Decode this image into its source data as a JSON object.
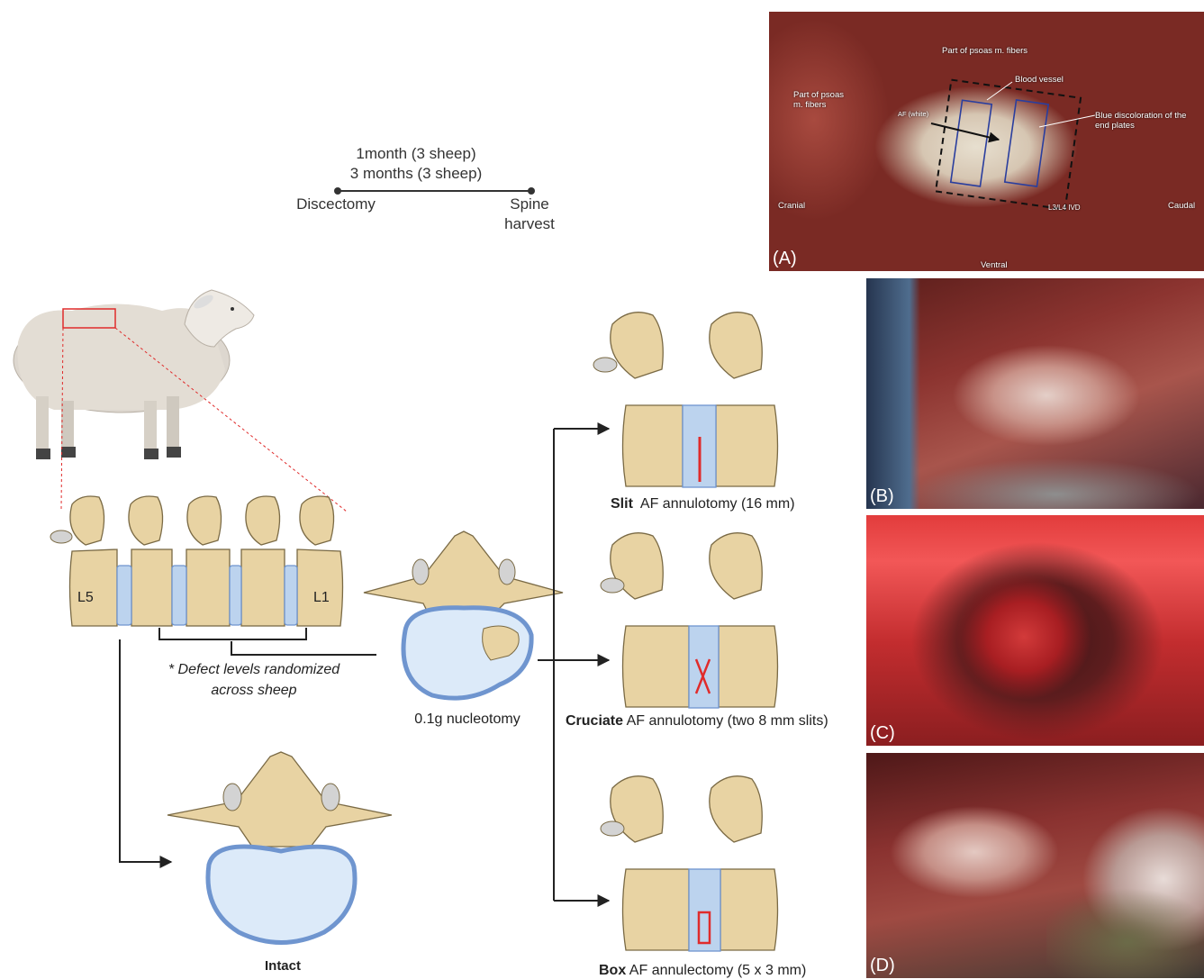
{
  "timeline": {
    "line1": "1month (3 sheep)",
    "line2": "3 months (3 sheep)",
    "start_label": "Discectomy",
    "end_label_1": "Spine",
    "end_label_2": "harvest"
  },
  "spine": {
    "label_left": "L5",
    "label_right": "L1",
    "note_line1": "* Defect levels randomized",
    "note_line2": "across sheep"
  },
  "nucleotomy_label": "0.1g nucleotomy",
  "intact_label": "Intact",
  "annulotomies": {
    "slit_bold": "Slit",
    "slit_rest": "AF annulotomy (16 mm)",
    "cruciate_bold": "Cruciate",
    "cruciate_rest": "AF annulotomy (two 8 mm slits)",
    "box_bold": "Box",
    "box_rest": "AF annulectomy (5 x 3 mm)"
  },
  "photo_a": {
    "tag": "(A)",
    "top": "Part of psoas m. fibers",
    "left": "Part of psoas m. fibers",
    "blood_vessel": "Blood vessel",
    "af": "AF (white)",
    "blue": "Blue discoloration of the end plates",
    "cranial": "Cranial",
    "caudal": "Caudal",
    "ivd": "L3/L4 IVD",
    "ventral": "Ventral"
  },
  "photo_b": {
    "tag": "(B)"
  },
  "photo_c": {
    "tag": "(C)"
  },
  "photo_d": {
    "tag": "(D)"
  },
  "colors": {
    "bone": "#e8d3a3",
    "bone_outline": "#7a6a45",
    "disc": "#bcd3ee",
    "disc_outline": "#6f95cf",
    "cut_red": "#e02b2b",
    "arrow": "#222222"
  }
}
